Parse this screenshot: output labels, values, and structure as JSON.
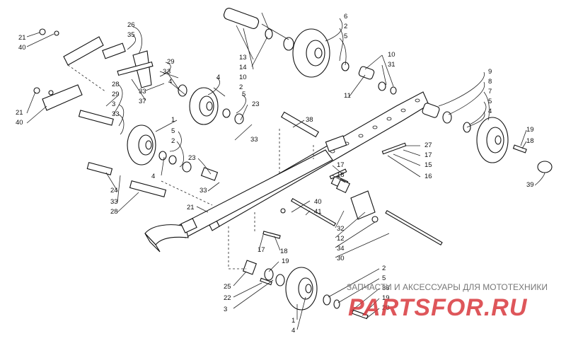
{
  "diagram": {
    "callouts": [
      {
        "id": "c21a",
        "text": "21"
      },
      {
        "id": "c40a",
        "text": "40"
      },
      {
        "id": "c26",
        "text": "26"
      },
      {
        "id": "c35",
        "text": "35"
      },
      {
        "id": "c29a",
        "text": "29"
      },
      {
        "id": "c3a",
        "text": "3"
      },
      {
        "id": "c33a",
        "text": "33"
      },
      {
        "id": "c37",
        "text": "37"
      },
      {
        "id": "c4a",
        "text": "4"
      },
      {
        "id": "c2a",
        "text": "2"
      },
      {
        "id": "c5a",
        "text": "5"
      },
      {
        "id": "c23a",
        "text": "23"
      },
      {
        "id": "c33b",
        "text": "33"
      },
      {
        "id": "c28a",
        "text": "28"
      },
      {
        "id": "c29b",
        "text": "29"
      },
      {
        "id": "c3b",
        "text": "3"
      },
      {
        "id": "c33c",
        "text": "33"
      },
      {
        "id": "c21b",
        "text": "21"
      },
      {
        "id": "c40b",
        "text": "40"
      },
      {
        "id": "c1a",
        "text": "1"
      },
      {
        "id": "c5b",
        "text": "5"
      },
      {
        "id": "c2b",
        "text": "2"
      },
      {
        "id": "c4b",
        "text": "4"
      },
      {
        "id": "c23b",
        "text": "23"
      },
      {
        "id": "c33d",
        "text": "33"
      },
      {
        "id": "c24",
        "text": "24"
      },
      {
        "id": "c33e",
        "text": "33"
      },
      {
        "id": "c28b",
        "text": "28"
      },
      {
        "id": "c21c",
        "text": "21"
      },
      {
        "id": "c3c",
        "text": "3"
      },
      {
        "id": "c4c",
        "text": "4"
      },
      {
        "id": "c13",
        "text": "13"
      },
      {
        "id": "c14",
        "text": "14"
      },
      {
        "id": "c10a",
        "text": "10"
      },
      {
        "id": "c6",
        "text": "6"
      },
      {
        "id": "c2c",
        "text": "2"
      },
      {
        "id": "c5c",
        "text": "5"
      },
      {
        "id": "c10b",
        "text": "10"
      },
      {
        "id": "c31",
        "text": "31"
      },
      {
        "id": "c11",
        "text": "11"
      },
      {
        "id": "c38",
        "text": "38"
      },
      {
        "id": "c9",
        "text": "9"
      },
      {
        "id": "c8",
        "text": "8"
      },
      {
        "id": "c7",
        "text": "7"
      },
      {
        "id": "c5d",
        "text": "5"
      },
      {
        "id": "c4d",
        "text": "4"
      },
      {
        "id": "c19a",
        "text": "19"
      },
      {
        "id": "c18a",
        "text": "18"
      },
      {
        "id": "c39",
        "text": "39"
      },
      {
        "id": "c27",
        "text": "27"
      },
      {
        "id": "c17a",
        "text": "17"
      },
      {
        "id": "c15",
        "text": "15"
      },
      {
        "id": "c16",
        "text": "16"
      },
      {
        "id": "c17b",
        "text": "17"
      },
      {
        "id": "c18b",
        "text": "18"
      },
      {
        "id": "c40c",
        "text": "40"
      },
      {
        "id": "c41",
        "text": "41"
      },
      {
        "id": "c32",
        "text": "32"
      },
      {
        "id": "c12",
        "text": "12"
      },
      {
        "id": "c34",
        "text": "34"
      },
      {
        "id": "c30",
        "text": "30"
      },
      {
        "id": "c17c",
        "text": "17"
      },
      {
        "id": "c18c",
        "text": "18"
      },
      {
        "id": "c19b",
        "text": "19"
      },
      {
        "id": "c25",
        "text": "25"
      },
      {
        "id": "c22",
        "text": "22"
      },
      {
        "id": "c3d",
        "text": "3"
      },
      {
        "id": "c2d",
        "text": "2"
      },
      {
        "id": "c5e",
        "text": "5"
      },
      {
        "id": "c36",
        "text": "36"
      },
      {
        "id": "c19c",
        "text": "19"
      },
      {
        "id": "c20",
        "text": "20"
      },
      {
        "id": "c1b",
        "text": "1"
      },
      {
        "id": "c4e",
        "text": "4"
      }
    ]
  },
  "watermark": {
    "caption": "ЗАПЧАСТИ И АКСЕССУАРЫ ДЛЯ МОТОТЕХНИКИ",
    "logo": "PARTSFOR.RU"
  }
}
